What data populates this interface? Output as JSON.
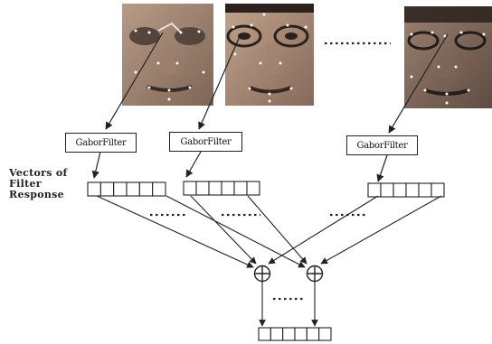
{
  "diagram": {
    "filter_label": "GaborFilter",
    "vectors_label": [
      "Vectors of",
      "Filter",
      "Response"
    ],
    "faces": [
      {
        "id": "face-1",
        "skin": "#a98b76",
        "dark": "#3b2e28"
      },
      {
        "id": "face-2",
        "skin": "#b2937d",
        "dark": "#30261f"
      },
      {
        "id": "face-3",
        "skin": "#8d7566",
        "dark": "#2c231e"
      }
    ],
    "vector_cells": 6,
    "ellipsis": "........",
    "colors": {
      "line": "#222222",
      "landmark": "#ffffff"
    }
  }
}
